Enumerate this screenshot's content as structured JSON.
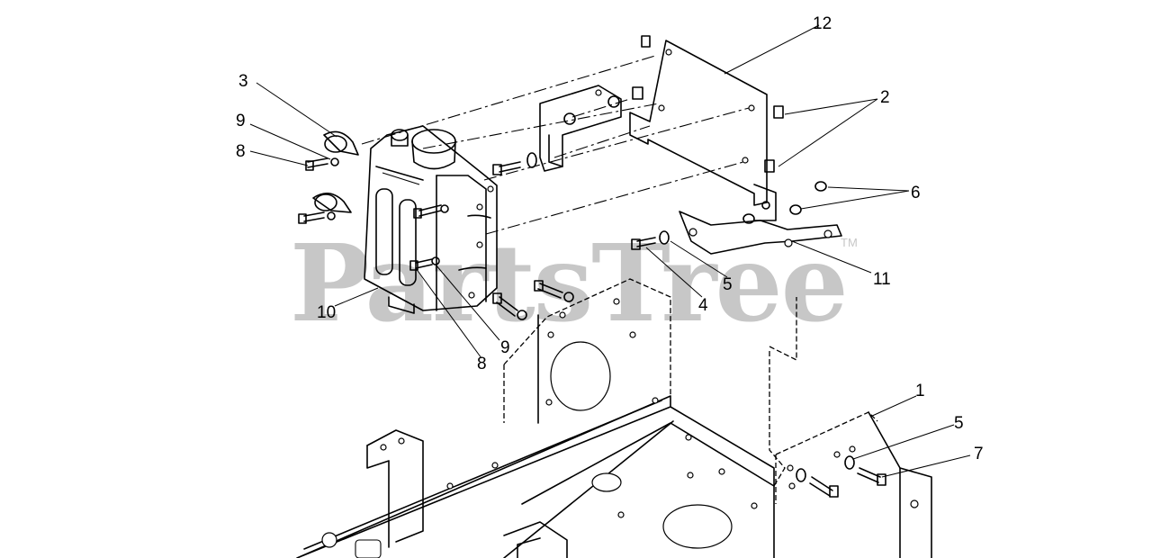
{
  "diagram": {
    "watermark": "PartsTree",
    "trademark": "TM",
    "callouts": [
      {
        "id": "c1",
        "label": "1"
      },
      {
        "id": "c2",
        "label": "2"
      },
      {
        "id": "c3",
        "label": "3"
      },
      {
        "id": "c4",
        "label": "4"
      },
      {
        "id": "c5a",
        "label": "5"
      },
      {
        "id": "c5b",
        "label": "5"
      },
      {
        "id": "c6",
        "label": "6"
      },
      {
        "id": "c7",
        "label": "7"
      },
      {
        "id": "c8a",
        "label": "8"
      },
      {
        "id": "c8b",
        "label": "8"
      },
      {
        "id": "c9a",
        "label": "9"
      },
      {
        "id": "c9b",
        "label": "9"
      },
      {
        "id": "c10",
        "label": "10"
      },
      {
        "id": "c11",
        "label": "11"
      },
      {
        "id": "c12",
        "label": "12"
      }
    ]
  }
}
